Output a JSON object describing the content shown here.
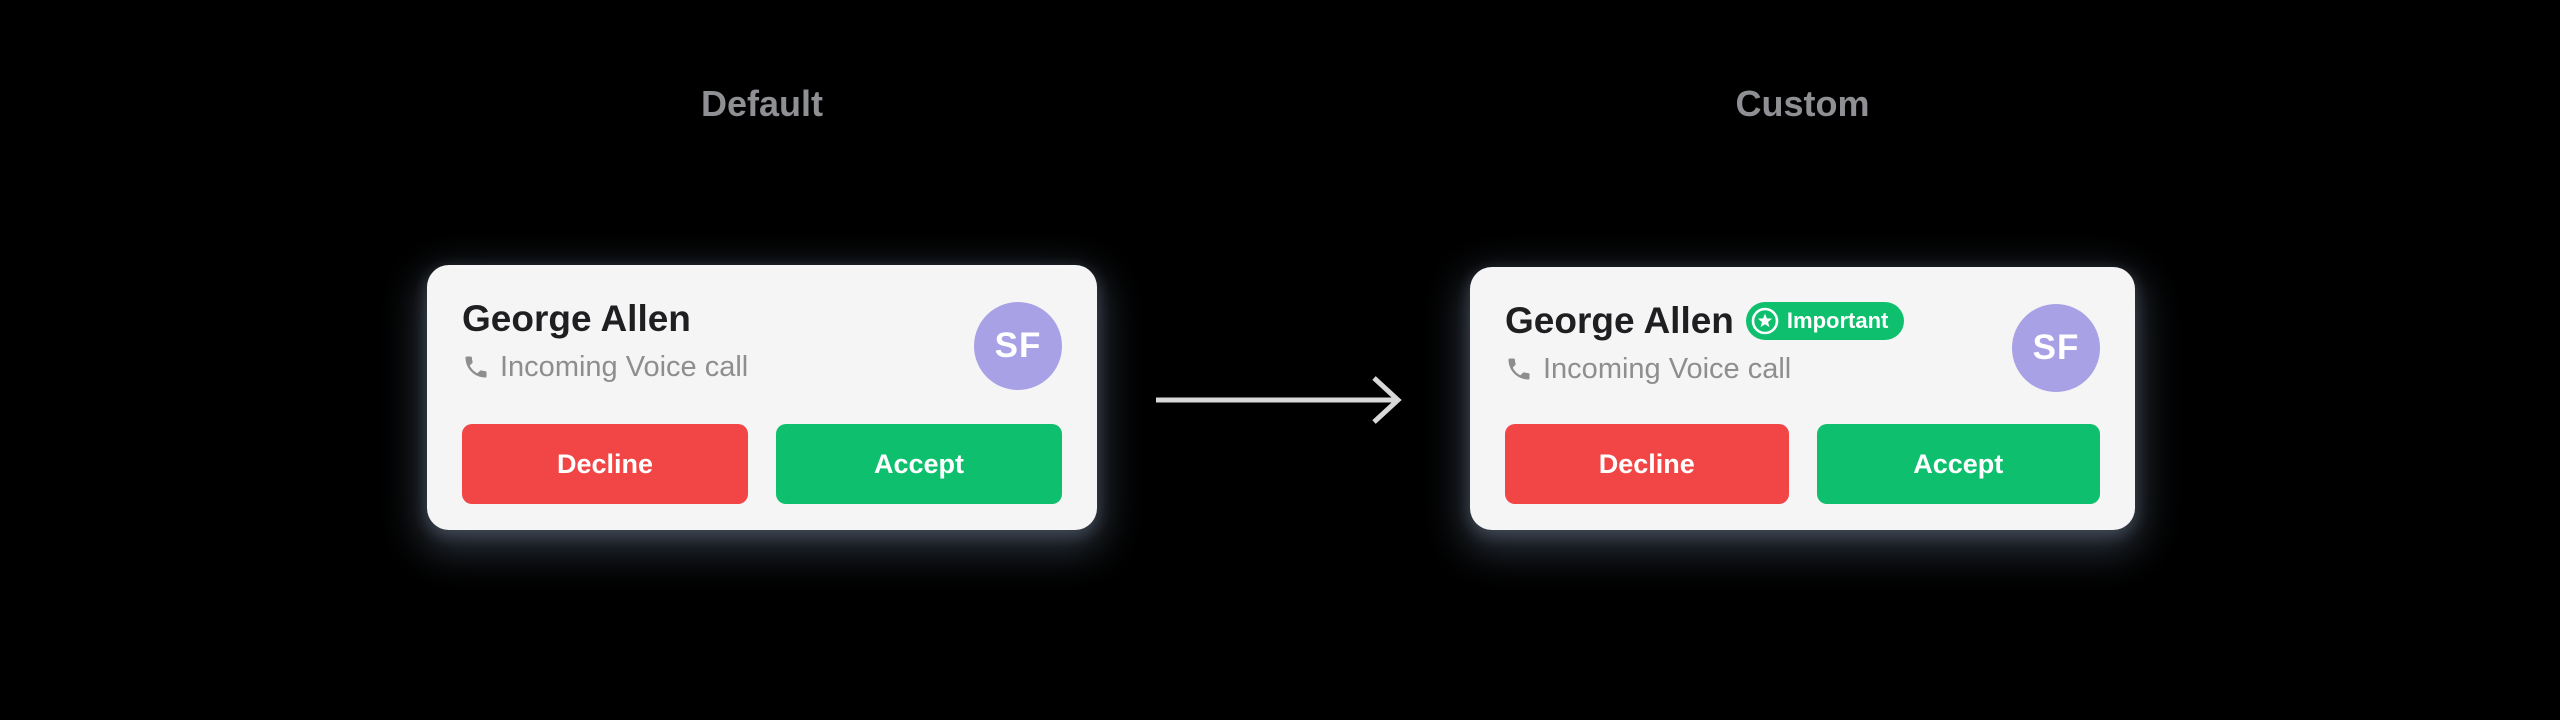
{
  "page": {
    "background_color": "#000000"
  },
  "colors": {
    "card_background": "#f5f5f6",
    "name_text": "#1f1f21",
    "subtitle_text": "#8e8e8e",
    "section_title_text": "#8f9093",
    "decline_red": "#f24646",
    "accept_green": "#0ec06e",
    "badge_green": "#0ec06e",
    "avatar_purple": "#a8a1e6",
    "button_text": "#ffffff",
    "arrow_gray": "#d9d9d9"
  },
  "panels": {
    "default": {
      "title": "Default",
      "card": {
        "caller_name": "George Allen",
        "call_status": "Incoming Voice call",
        "avatar_initials": "SF",
        "phone_icon": "phone-icon",
        "buttons": {
          "decline": "Decline",
          "accept": "Accept"
        }
      }
    },
    "custom": {
      "title": "Custom",
      "card": {
        "caller_name": "George Allen",
        "badge": {
          "label": "Important",
          "icon": "star-icon"
        },
        "call_status": "Incoming Voice call",
        "avatar_initials": "SF",
        "phone_icon": "phone-icon",
        "buttons": {
          "decline": "Decline",
          "accept": "Accept"
        }
      }
    }
  },
  "arrow": {
    "direction": "right"
  }
}
